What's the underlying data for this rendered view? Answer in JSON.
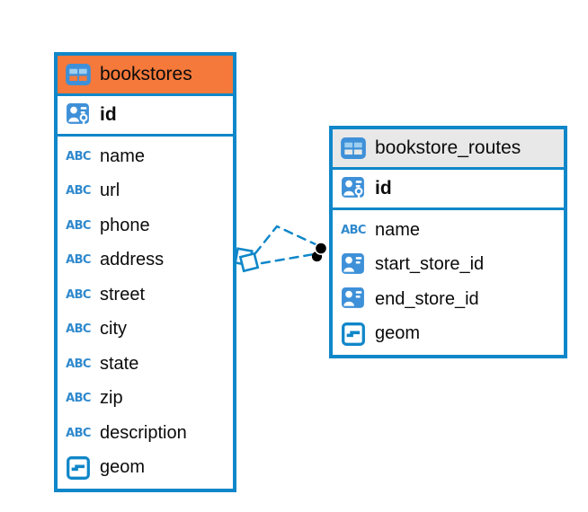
{
  "diagram": {
    "kind": "entity-relationship-diagram",
    "background": "#ffffff"
  },
  "colors": {
    "accent_blue": "#1087C9",
    "icon_fill_blue": "#3E90D8",
    "pale_cell_blue": "#9ECFF0",
    "bookstores_header_bg": "#F5793B",
    "routes_header_bg": "#E8E8E8",
    "connector_dot": "#000000",
    "text": "#0b0b0b"
  },
  "tables": [
    {
      "name": "bookstores",
      "header_bg": "#F5793B",
      "primary_key": {
        "name": "id",
        "type": "pk"
      },
      "fields": [
        {
          "name": "name",
          "type": "text"
        },
        {
          "name": "url",
          "type": "text"
        },
        {
          "name": "phone",
          "type": "text"
        },
        {
          "name": "address",
          "type": "text"
        },
        {
          "name": "street",
          "type": "text"
        },
        {
          "name": "city",
          "type": "text"
        },
        {
          "name": "state",
          "type": "text"
        },
        {
          "name": "zip",
          "type": "text"
        },
        {
          "name": "description",
          "type": "text"
        },
        {
          "name": "geom",
          "type": "geometry"
        }
      ]
    },
    {
      "name": "bookstore_routes",
      "header_bg": "#E8E8E8",
      "primary_key": {
        "name": "id",
        "type": "pk"
      },
      "fields": [
        {
          "name": "name",
          "type": "text"
        },
        {
          "name": "start_store_id",
          "type": "reference"
        },
        {
          "name": "end_store_id",
          "type": "reference"
        },
        {
          "name": "geom",
          "type": "geometry"
        }
      ]
    }
  ],
  "relationships": [
    {
      "from_table": "bookstore_routes",
      "to_table": "bookstores",
      "line_style": "dashed",
      "connector_count": 2,
      "source_marker": "overlapping-squares",
      "target_marker": "overlapping-black-dots"
    }
  ]
}
